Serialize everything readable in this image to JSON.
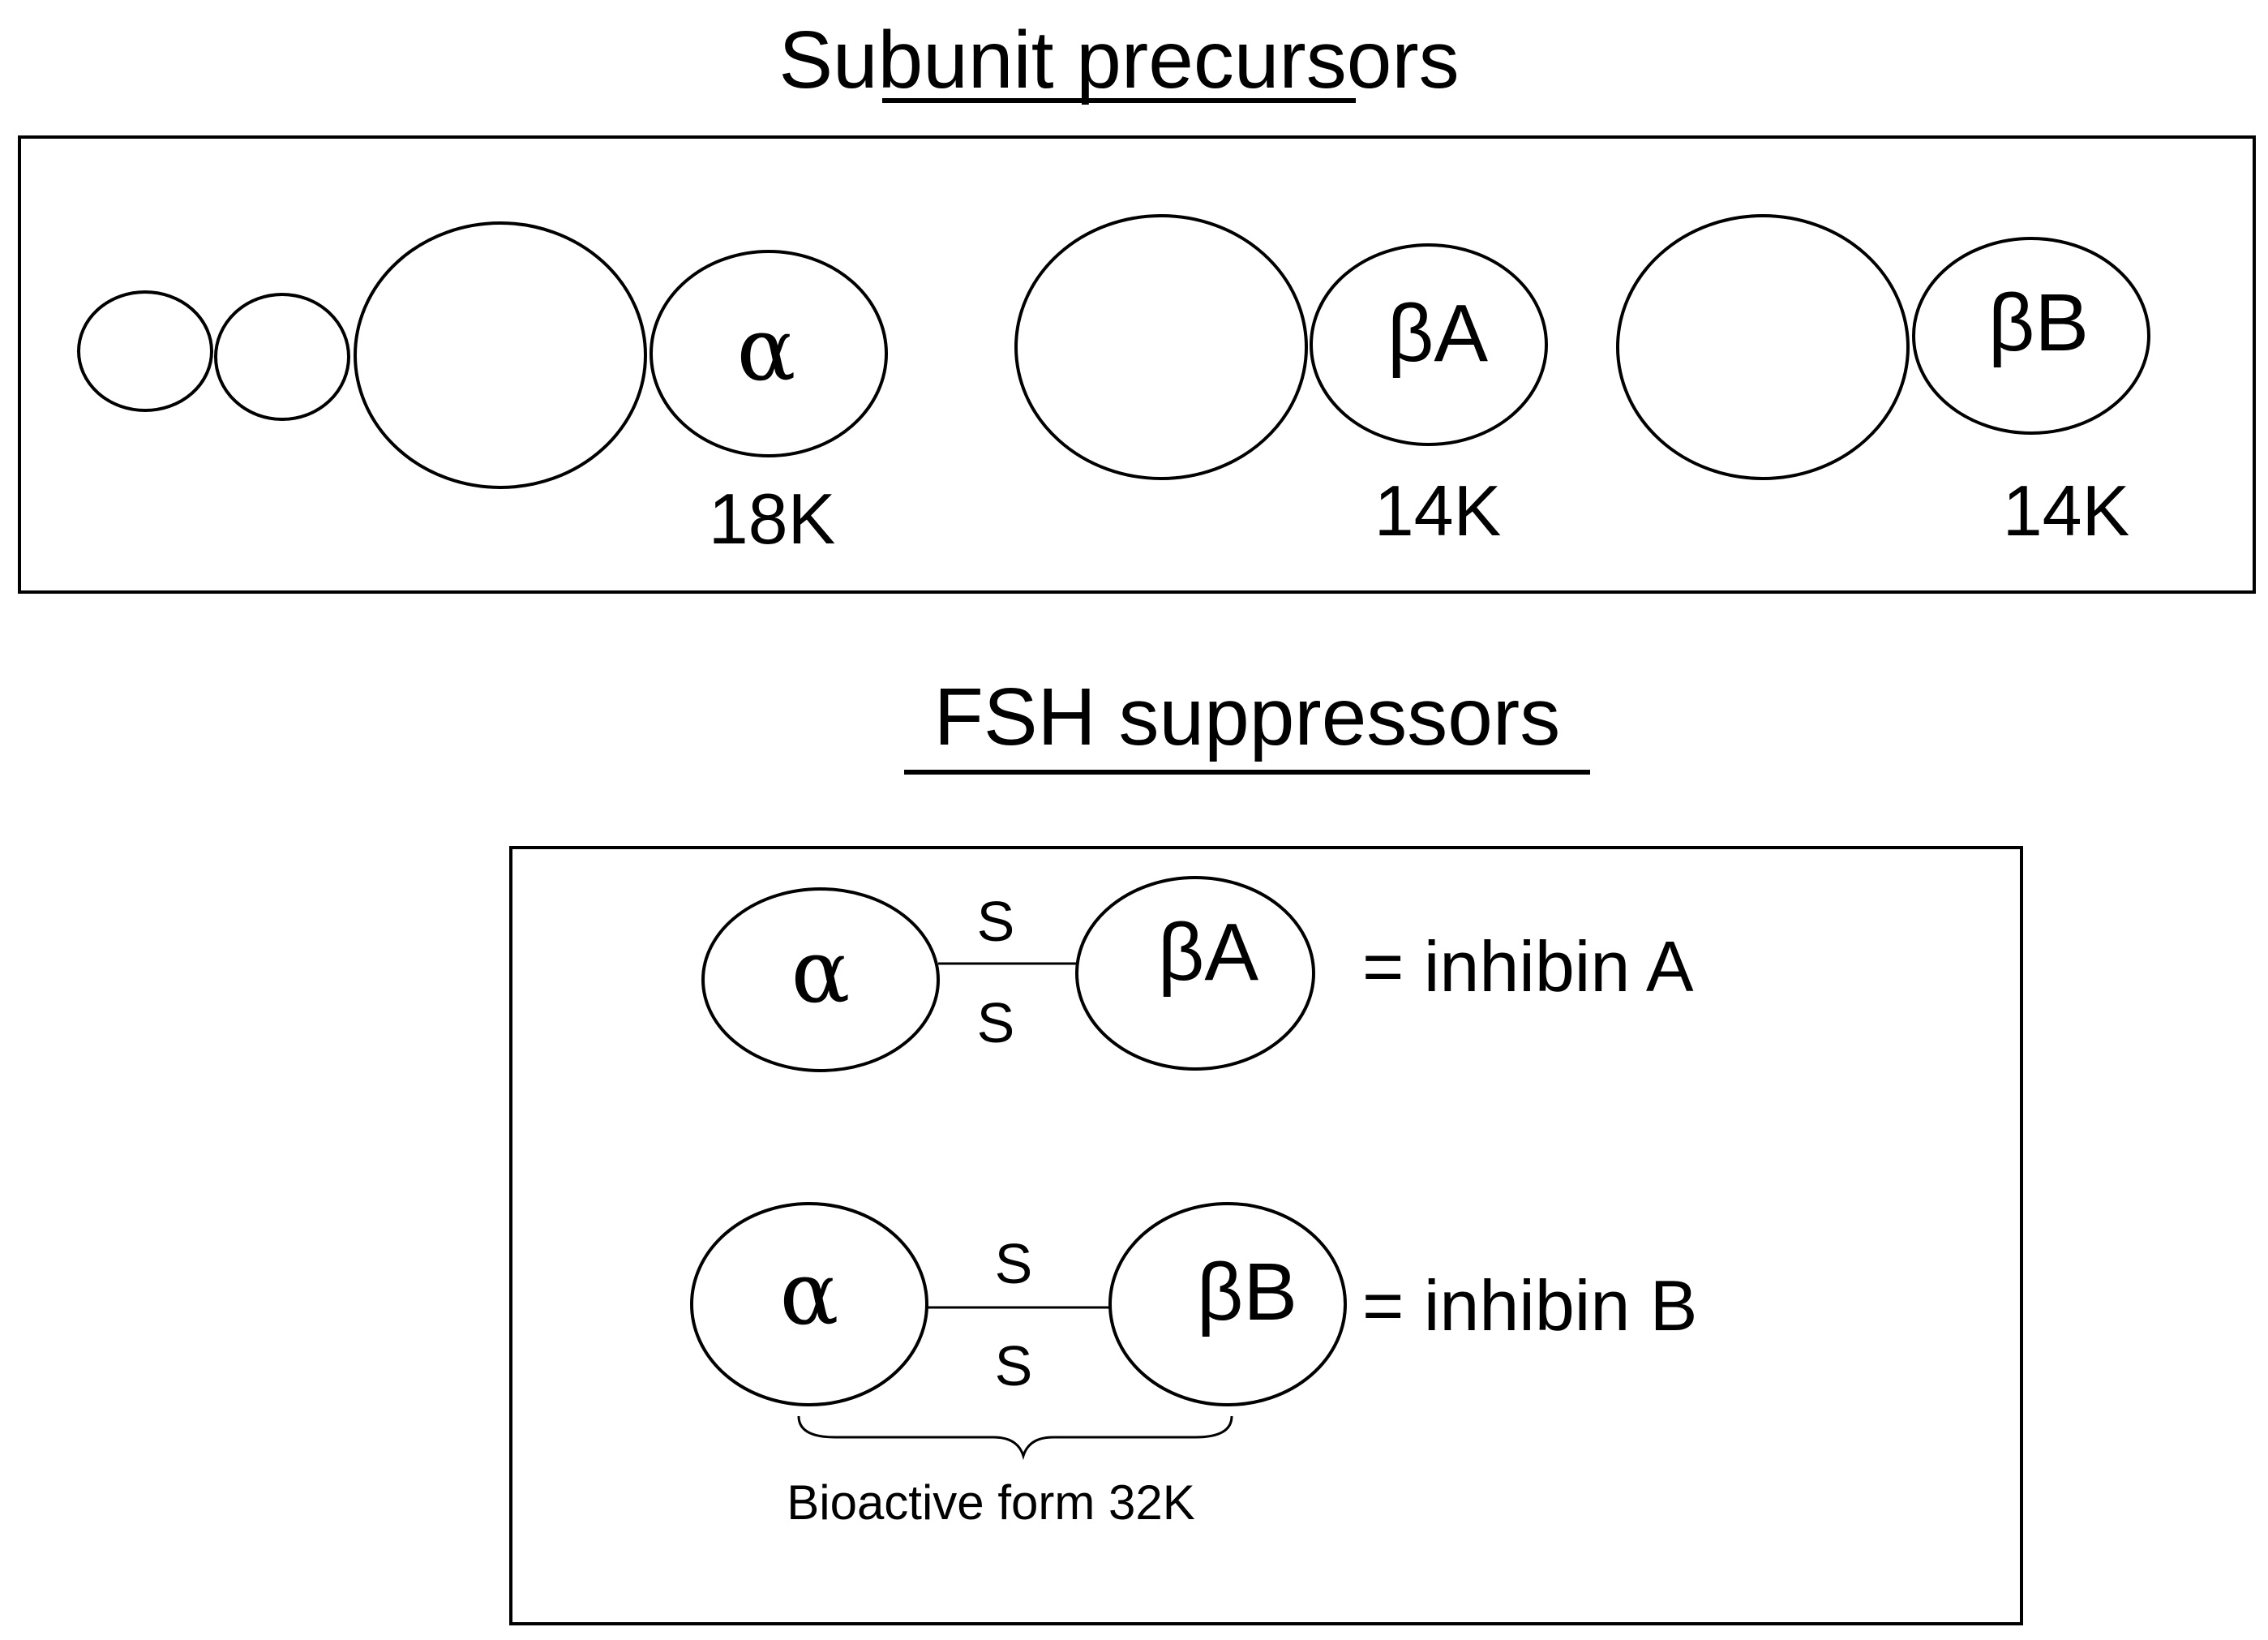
{
  "sections": {
    "precursors": {
      "title": "Subunit precursors",
      "alpha": {
        "symbol": "α",
        "mass": "18K"
      },
      "beta_a": {
        "symbol": "βA",
        "mass": "14K"
      },
      "beta_b": {
        "symbol": "βB",
        "mass": "14K"
      }
    },
    "suppressors": {
      "title": "FSH suppressors",
      "inhibin_a": {
        "alpha": "α",
        "beta": "βA",
        "bond_top": "S",
        "bond_bottom": "S",
        "label": "= inhibin A"
      },
      "inhibin_b": {
        "alpha": "α",
        "beta": "βB",
        "bond_top": "S",
        "bond_bottom": "S",
        "label": "= inhibin B"
      },
      "brace_label": "Bioactive form 32K"
    }
  }
}
